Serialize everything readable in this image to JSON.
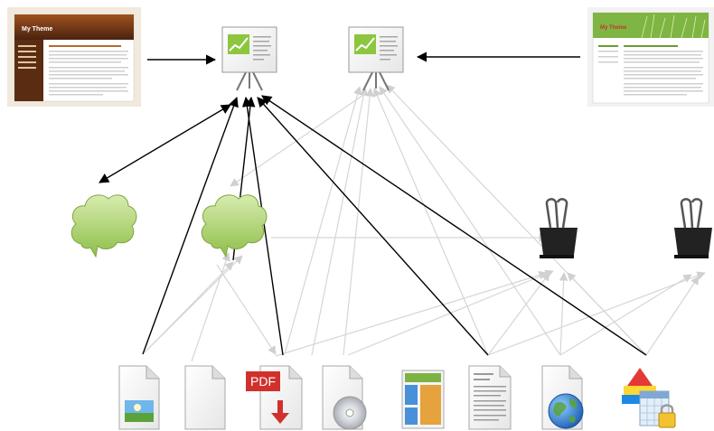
{
  "diagram": {
    "nodes": {
      "theme_brown": {
        "icon": "theme-preview-brown-icon",
        "title_text": "My Theme"
      },
      "theme_green": {
        "icon": "theme-preview-green-icon",
        "title_text": "My Theme"
      },
      "presentation_1": {
        "icon": "presentation-easel-icon"
      },
      "presentation_2": {
        "icon": "presentation-easel-icon"
      },
      "cloud_1": {
        "icon": "speech-cloud-icon"
      },
      "cloud_2": {
        "icon": "speech-cloud-icon"
      },
      "clip_1": {
        "icon": "binder-clip-icon"
      },
      "clip_2": {
        "icon": "binder-clip-icon"
      },
      "file_image": {
        "icon": "image-file-icon"
      },
      "file_blank": {
        "icon": "blank-file-icon"
      },
      "file_pdf": {
        "icon": "pdf-download-file-icon",
        "badge": "PDF"
      },
      "file_disc": {
        "icon": "disc-file-icon"
      },
      "file_layout": {
        "icon": "layout-file-icon"
      },
      "file_text": {
        "icon": "text-document-icon"
      },
      "file_web": {
        "icon": "web-globe-file-icon"
      },
      "file_locked": {
        "icon": "locked-shapes-file-icon"
      }
    },
    "colors": {
      "active_edge": "#000000",
      "inactive_edge": "#d6d6d6",
      "easel_green": "#8cc63f",
      "cloud_green": "#9fc55a",
      "pdf_red": "#d0312d",
      "globe_blue": "#2f7fd6"
    }
  }
}
